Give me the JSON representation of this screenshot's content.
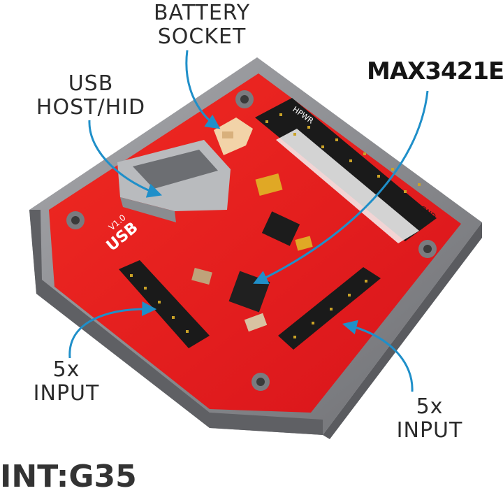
{
  "labels": {
    "battery_line1": "BATTERY",
    "battery_line2": "SOCKET",
    "usb_line1": "USB",
    "usb_line2": "HOST/HID",
    "chip": "MAX3421E",
    "input_left_line1": "5x",
    "input_left_line2": "INPUT",
    "input_right_line1": "5x",
    "input_right_line2": "INPUT",
    "interrupt": "INT:G35"
  },
  "silkscreen": {
    "board_name": "USB",
    "version": "V1.0",
    "header_top": "HPWR",
    "header_bottom": "GND"
  },
  "colors": {
    "pcb": "#e8191d",
    "case": "#8e8f93",
    "arrow": "#1f8fc9",
    "label": "#2b2b2b"
  }
}
